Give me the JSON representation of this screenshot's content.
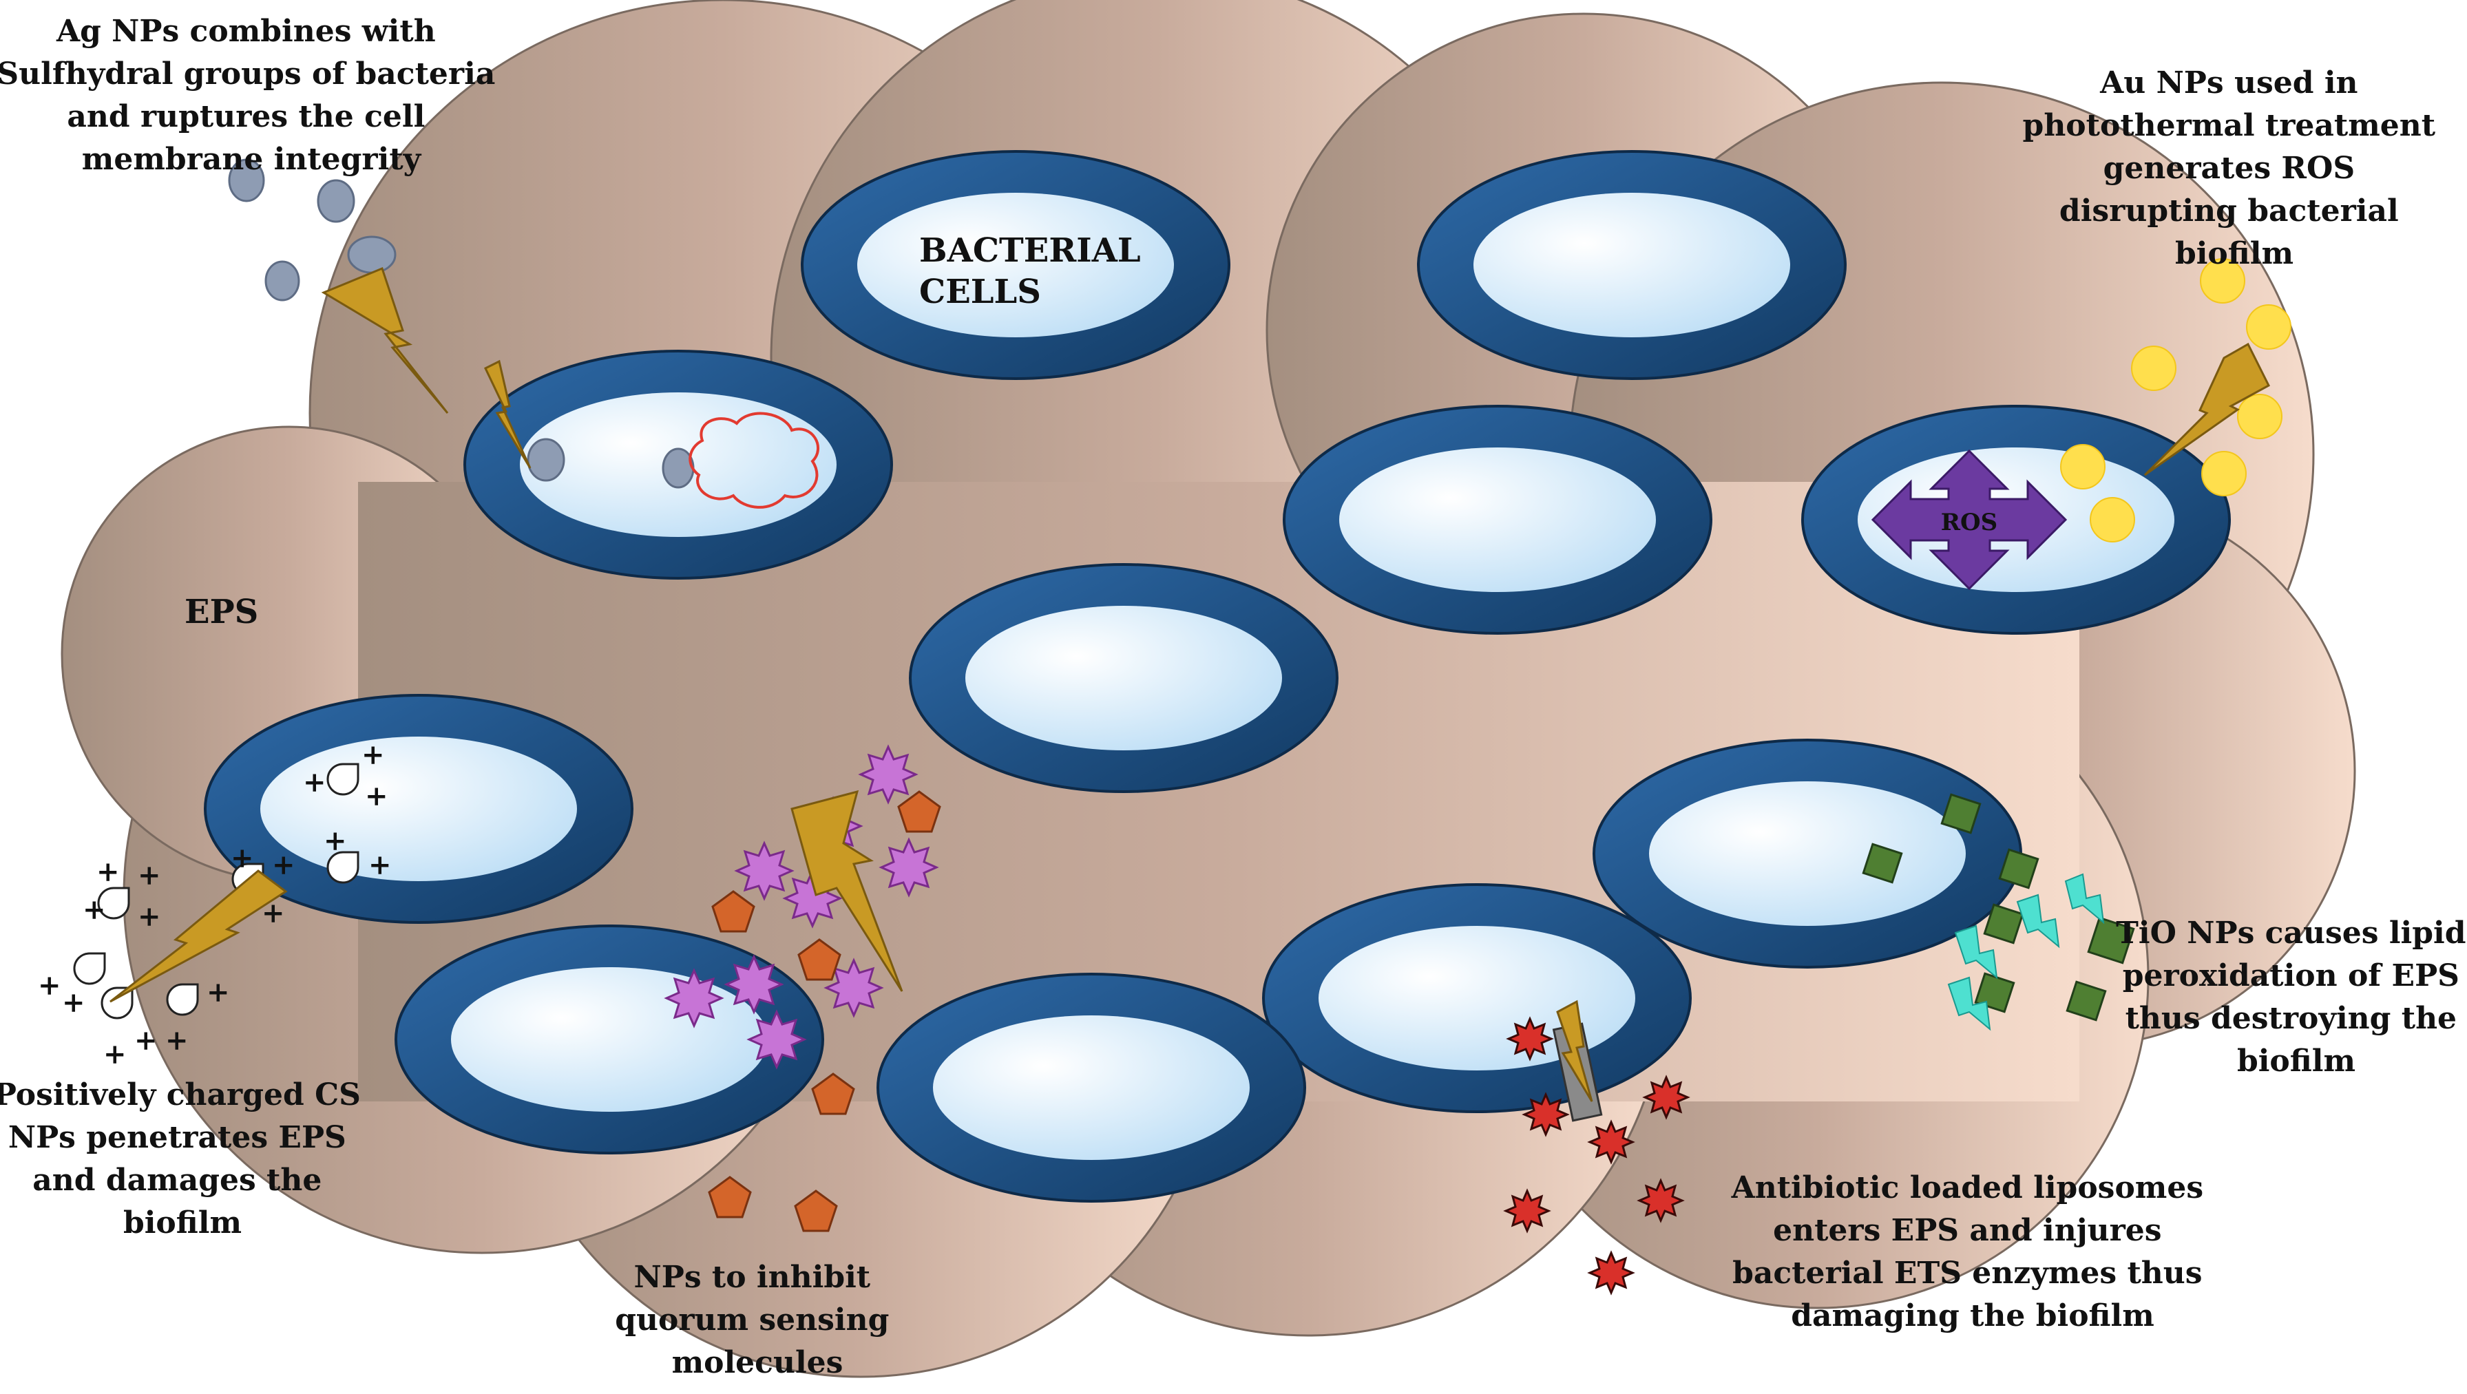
{
  "colors": {
    "cell_ring": "#1d4f82",
    "cell_inner": "#d6ebfa",
    "ag_np": "#8e9cb3",
    "bolt": "#c99a24",
    "au_np": "#ffdf4d",
    "ros": "#6b3aa0",
    "qs_star": "#c774d6",
    "qs_pentagon": "#d4652a",
    "tio_square": "#4f7f32",
    "tio_bolt": "#4ee0d0",
    "liposome": "#d9302a"
  },
  "labels": {
    "ag": [
      "Ag NPs combines with",
      "Sulfhydral groups of bacteria",
      "and ruptures the cell",
      "membrane integrity"
    ],
    "au": [
      "Au NPs used in",
      "photothermal treatment",
      "generates ROS",
      "disrupting bacterial",
      "biofilm"
    ],
    "cs": [
      "Positively charged CS",
      "NPs penetrates EPS",
      "and damages the",
      "biofilm"
    ],
    "qs": [
      "NPs to inhibit",
      "quorum sensing",
      "molecules"
    ],
    "lipo": [
      "Antibiotic loaded liposomes",
      "enters EPS and injures",
      "bacterial ETS enzymes thus",
      "damaging the biofilm"
    ],
    "tio": [
      "TiO NPs causes lipid",
      "peroxidation of EPS",
      "thus destroying the",
      "biofilm"
    ],
    "bacterial_cells": [
      "BACTERIAL",
      "CELLS"
    ],
    "eps": "EPS",
    "ros": "ROS"
  }
}
